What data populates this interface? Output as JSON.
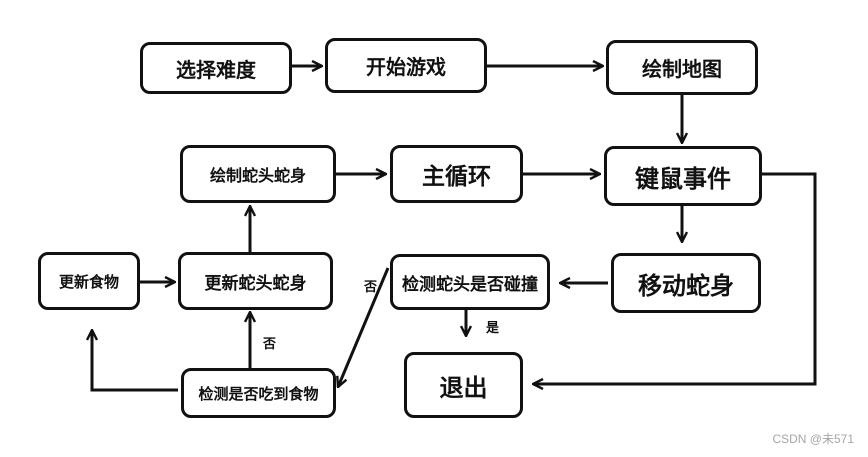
{
  "nodes": {
    "select_difficulty": "选择难度",
    "start_game": "开始游戏",
    "draw_map": "绘制地图",
    "draw_snake": "绘制蛇头蛇身",
    "main_loop": "主循环",
    "key_mouse_event": "键鼠事件",
    "update_food": "更新食物",
    "update_snake": "更新蛇头蛇身",
    "check_collision": "检测蛇头是否碰撞",
    "move_body": "移动蛇身",
    "check_eat_food": "检测是否吃到食物",
    "exit": "退出"
  },
  "edge_labels": {
    "no_collision": "否",
    "yes_collision": "是",
    "no_food": "否"
  },
  "watermark": "CSDN @未571"
}
